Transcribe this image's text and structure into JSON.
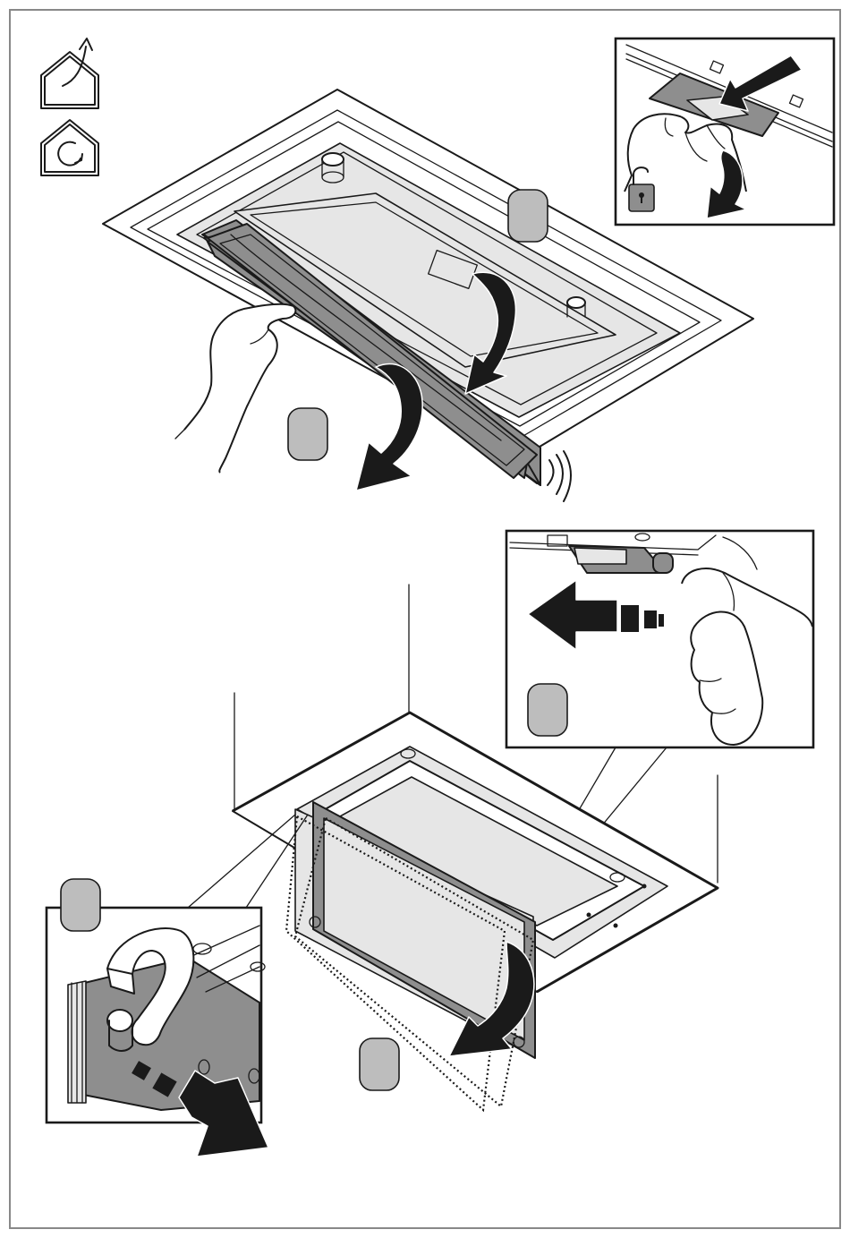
{
  "colors": {
    "line": "#1a1a1a",
    "panel_gray": "#8e8e8e",
    "panel_light": "#e6e6e6",
    "badge_fill": "#bdbdbd",
    "background": "#ffffff",
    "frame": "#888888"
  },
  "icons": {
    "exhaust_mode": "house-arrow-out-icon",
    "recirculation_mode": "house-circulation-icon",
    "unlock": "padlock-open-icon"
  },
  "steps": [
    {
      "id": "step-badge-top-right",
      "label": ""
    },
    {
      "id": "step-badge-top-left",
      "label": ""
    },
    {
      "id": "step-badge-mid-right",
      "label": ""
    },
    {
      "id": "step-badge-bottom-left",
      "label": ""
    },
    {
      "id": "step-badge-bottom-center",
      "label": ""
    }
  ]
}
